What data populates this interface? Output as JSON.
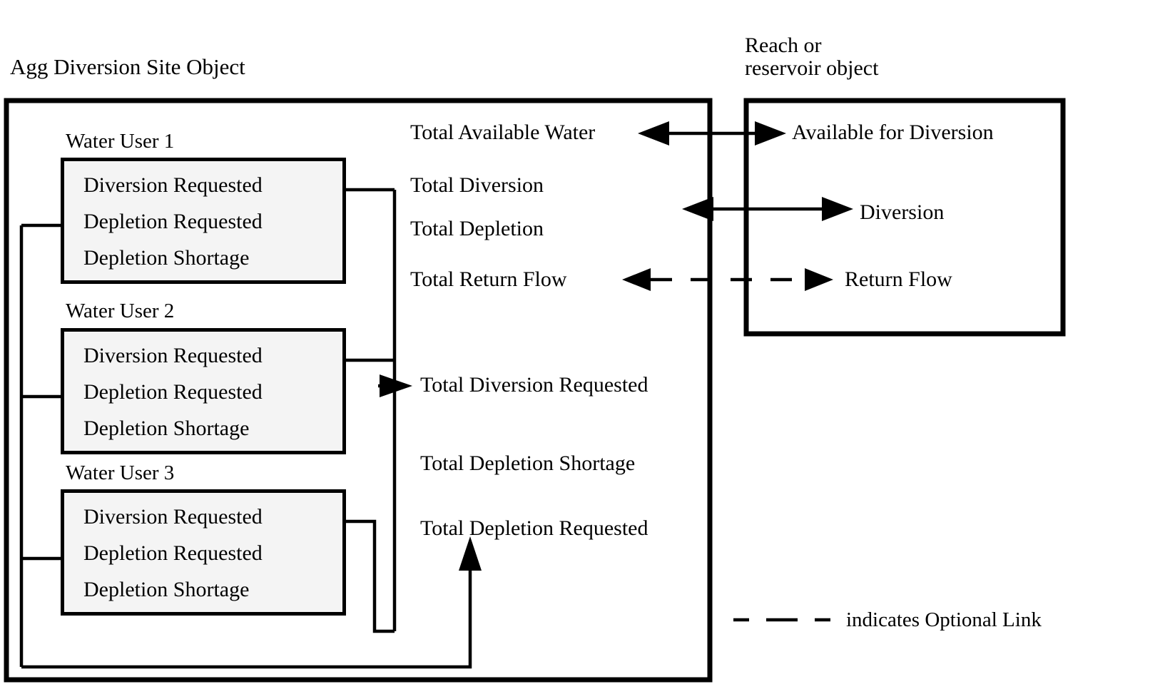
{
  "diagram": {
    "title_left": "Agg Diversion Site Object",
    "title_right_line1": "Reach or",
    "title_right_line2": "reservoir object"
  },
  "water_users": [
    {
      "caption": "Water User 1",
      "rows": [
        "Diversion Requested",
        "Depletion Requested",
        "Depletion Shortage"
      ]
    },
    {
      "caption": "Water User 2",
      "rows": [
        "Diversion Requested",
        "Depletion Requested",
        "Depletion Shortage"
      ]
    },
    {
      "caption": "Water User 3",
      "rows": [
        "Diversion Requested",
        "Depletion Requested",
        "Depletion Shortage"
      ]
    }
  ],
  "agg_site_slots": {
    "total_available_water": "Total Available Water",
    "total_diversion": "Total Diversion",
    "total_depletion": "Total Depletion",
    "total_return_flow": "Total Return Flow",
    "total_diversion_requested": "Total Diversion Requested",
    "total_depletion_shortage": "Total Depletion Shortage",
    "total_depletion_requested": "Total Depletion Requested"
  },
  "reach_slots": {
    "available_for_diversion": "Available for Diversion",
    "diversion": "Diversion",
    "return_flow": "Return Flow"
  },
  "legend": {
    "text": "indicates Optional Link"
  },
  "colors": {
    "stroke": "#000000",
    "box_fill": "#f4f4f4",
    "page_bg": "#ffffff"
  }
}
